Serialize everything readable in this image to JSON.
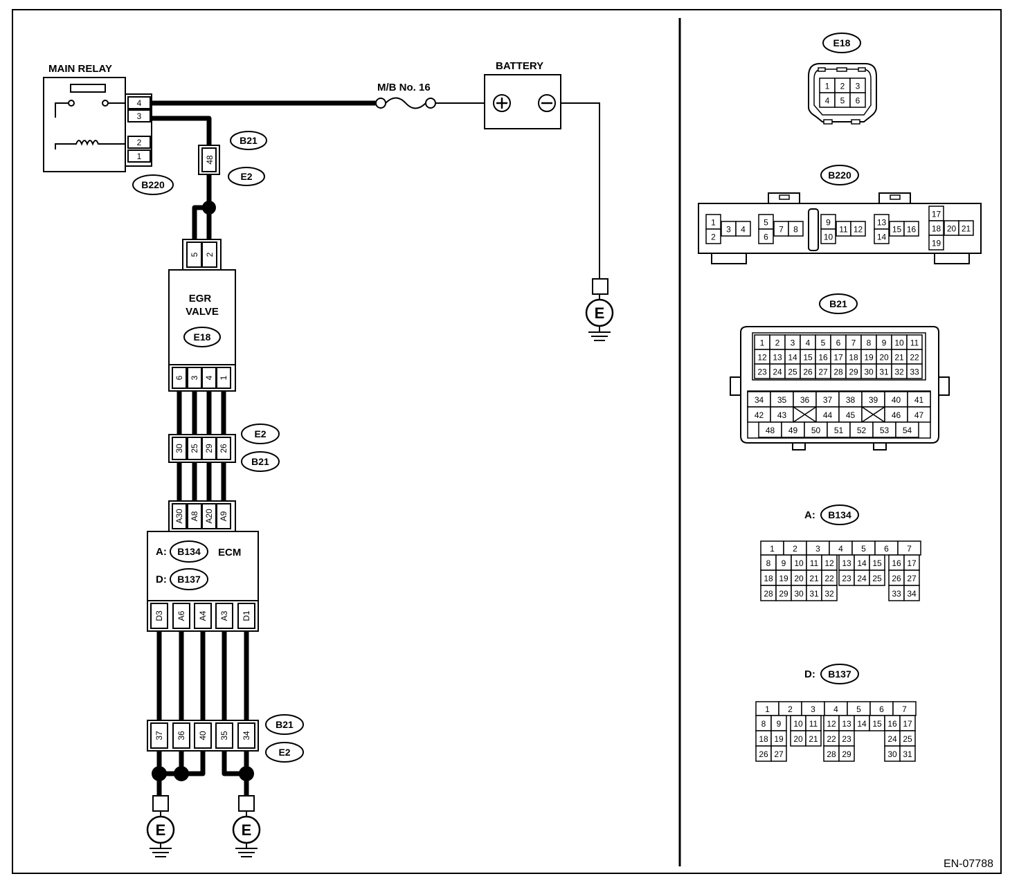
{
  "labels": {
    "main_relay": "MAIN RELAY",
    "battery": "BATTERY",
    "fuse": "M/B No. 16",
    "egr_line1": "EGR",
    "egr_line2": "VALVE",
    "ecm": "ECM",
    "a_prefix": "A:",
    "d_prefix": "D:",
    "ground": "E",
    "plus": "+",
    "minus": "−",
    "figure_id": "EN-07788"
  },
  "tags": {
    "b220": "B220",
    "b21": "B21",
    "e2": "E2",
    "e18": "E18",
    "b134": "B134",
    "b137": "B137"
  },
  "pins": {
    "relay": [
      "4",
      "3",
      "2",
      "1"
    ],
    "relay_power": "48",
    "egr_top": [
      "5",
      "2"
    ],
    "egr_bottom": [
      "6",
      "3",
      "4",
      "1"
    ],
    "mid_connector": [
      "30",
      "25",
      "29",
      "26"
    ],
    "ecm_top": [
      "A30",
      "A8",
      "A20",
      "A9"
    ],
    "ecm_bottom": [
      "D3",
      "A6",
      "A4",
      "A3",
      "D1"
    ],
    "bottom_connector": [
      "37",
      "36",
      "40",
      "35",
      "34"
    ]
  },
  "connector_views": {
    "e18": [
      "1",
      "2",
      "3",
      "4",
      "5",
      "6"
    ],
    "b220": [
      "1",
      "2",
      "3",
      "4",
      "5",
      "6",
      "7",
      "8",
      "9",
      "10",
      "11",
      "12",
      "13",
      "14",
      "15",
      "16",
      "17",
      "18",
      "19",
      "20",
      "21"
    ],
    "b21": [
      "1",
      "2",
      "3",
      "4",
      "5",
      "6",
      "7",
      "8",
      "9",
      "10",
      "11",
      "12",
      "13",
      "14",
      "15",
      "16",
      "17",
      "18",
      "19",
      "20",
      "21",
      "22",
      "23",
      "24",
      "25",
      "26",
      "27",
      "28",
      "29",
      "30",
      "31",
      "32",
      "33",
      "34",
      "35",
      "36",
      "37",
      "38",
      "39",
      "40",
      "41",
      "42",
      "43",
      "44",
      "45",
      "46",
      "47",
      "48",
      "49",
      "50",
      "51",
      "52",
      "53",
      "54"
    ],
    "b134": [
      "1",
      "2",
      "3",
      "4",
      "5",
      "6",
      "7",
      "8",
      "9",
      "10",
      "11",
      "12",
      "13",
      "14",
      "15",
      "16",
      "17",
      "18",
      "19",
      "20",
      "21",
      "22",
      "23",
      "24",
      "25",
      "26",
      "27",
      "28",
      "29",
      "30",
      "31",
      "32",
      "33",
      "34"
    ],
    "b137": [
      "1",
      "2",
      "3",
      "4",
      "5",
      "6",
      "7",
      "8",
      "9",
      "10",
      "11",
      "12",
      "13",
      "14",
      "15",
      "16",
      "17",
      "18",
      "19",
      "20",
      "21",
      "22",
      "23",
      "24",
      "25",
      "26",
      "27",
      "28",
      "29",
      "30",
      "31"
    ]
  }
}
